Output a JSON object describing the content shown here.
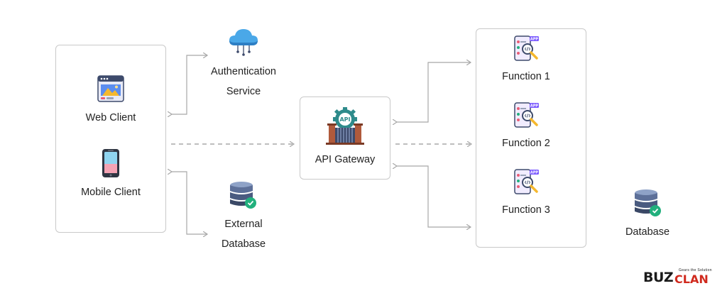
{
  "nodes": {
    "web_client": "Web Client",
    "mobile_client": "Mobile Client",
    "auth_service_line1": "Authentication",
    "auth_service_line2": "Service",
    "external_db_line1": "External",
    "external_db_line2": "Database",
    "api_gateway": "API Gateway",
    "function_1": "Function 1",
    "function_2": "Function 2",
    "function_3": "Function 3",
    "database": "Database",
    "api_badge": "API",
    "app_badge": "APP"
  },
  "brand": {
    "logo_left": "BUZ",
    "logo_right": "CLAN",
    "tagline": "Gears the Solution"
  },
  "colors": {
    "arrow": "#a8a8a8",
    "box_border": "#c9c9c9",
    "accent_red": "#d02a1e",
    "check_green": "#22b07d"
  }
}
